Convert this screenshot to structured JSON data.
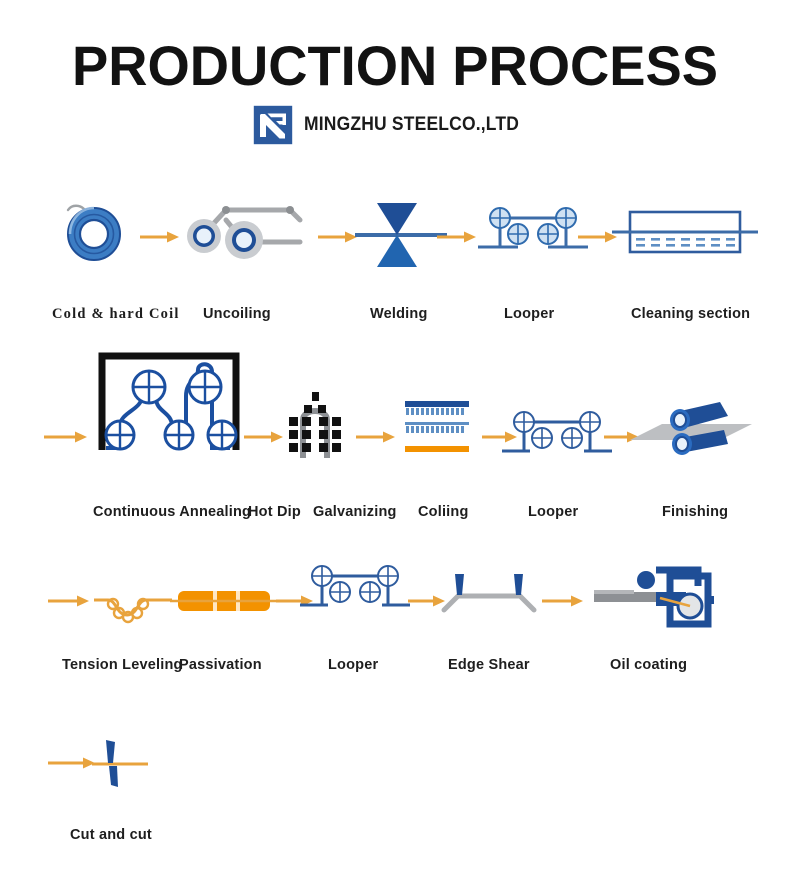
{
  "header": {
    "title": "PRODUCTION PROCESS",
    "brand_name": "MINGZHU STEELCO.,LTD",
    "logo_icon": "mingzhu-square-logo-icon"
  },
  "colors": {
    "arrow_orange": "#E8A33D",
    "deep_blue": "#1F4E96",
    "steel_blue": "#3C6CA8",
    "light_blue": "#7FA8D6",
    "grey": "#A6A8AB",
    "black": "#1A1A1A",
    "orange": "#F39200",
    "background": "#FFFFFF"
  },
  "rows": [
    {
      "row_index": 1,
      "stages": [
        {
          "label": "Cold & hard Coil",
          "icon": "steel-coil-icon",
          "label_style": "serif"
        },
        {
          "label": "Uncoiling",
          "icon": "uncoiler-machine-icon",
          "label_style": "sans"
        },
        {
          "label": "Welding",
          "icon": "welding-bowtie-icon",
          "label_style": "sans"
        },
        {
          "label": "Looper",
          "icon": "looper-rollers-icon",
          "label_style": "sans"
        },
        {
          "label": "Cleaning section",
          "icon": "cleaning-tank-icon",
          "label_style": "sans"
        }
      ],
      "arrow_count": 4
    },
    {
      "row_index": 2,
      "stages": [
        {
          "label": "Continuous Annealing",
          "icon": "annealing-furnace-icon",
          "label_style": "sans"
        },
        {
          "label": "Hot Dip",
          "icon": "hot-dip-arch-icon",
          "label_style": "sans"
        },
        {
          "label": "Galvanizing",
          "icon": "hot-dip-arch-icon",
          "label_style": "sans"
        },
        {
          "label": "Coliing",
          "icon": "coiling-bands-icon",
          "label_style": "sans"
        },
        {
          "label": "Looper",
          "icon": "looper-rollers-icon",
          "label_style": "sans"
        },
        {
          "label": "Finishing",
          "icon": "finishing-rolls-icon",
          "label_style": "sans"
        }
      ],
      "arrow_count": 5
    },
    {
      "row_index": 3,
      "stages": [
        {
          "label": "Tension Leveling",
          "icon": "tension-leveling-icon",
          "label_style": "sans"
        },
        {
          "label": "Passivation",
          "icon": "passivation-bar-icon",
          "label_style": "sans"
        },
        {
          "label": "Looper",
          "icon": "looper-rollers-icon",
          "label_style": "sans"
        },
        {
          "label": "Edge Shear",
          "icon": "edge-shear-icon",
          "label_style": "sans"
        },
        {
          "label": "Oil coating",
          "icon": "oil-coating-icon",
          "label_style": "sans"
        }
      ],
      "arrow_count": 4
    },
    {
      "row_index": 4,
      "stages": [
        {
          "label": "Cut and cut",
          "icon": "cutting-blade-icon",
          "label_style": "sans"
        }
      ],
      "arrow_count": 1
    }
  ]
}
